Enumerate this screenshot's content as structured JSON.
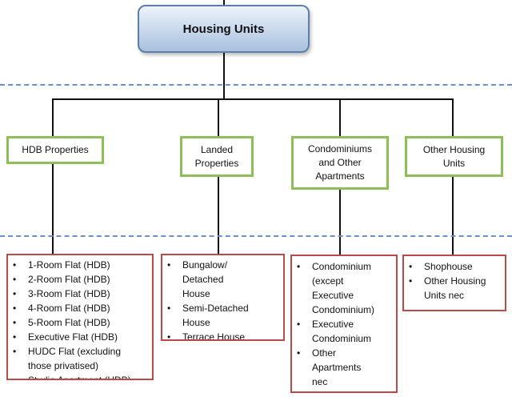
{
  "root": {
    "label": "Housing Units"
  },
  "categories": [
    {
      "label": "HDB Properties",
      "items": [
        "1-Room Flat (HDB)",
        "2-Room Flat (HDB)",
        "3-Room Flat (HDB)",
        "4-Room Flat (HDB)",
        "5-Room Flat (HDB)",
        "Executive Flat (HDB)",
        "HUDC Flat (excluding those privatised)",
        "Studio Apartment (HDB)"
      ]
    },
    {
      "label": "Landed Properties",
      "items": [
        "Bungalow/ Detached House",
        "Semi-Detached House",
        "Terrace House"
      ]
    },
    {
      "label": "Condominiums and Other Apartments",
      "items": [
        "Condominium (except Executive Condominium)",
        "Executive Condominium",
        "Other Apartments nec"
      ]
    },
    {
      "label": "Other Housing Units",
      "items": [
        "Shophouse",
        "Other Housing Units nec"
      ]
    }
  ]
}
